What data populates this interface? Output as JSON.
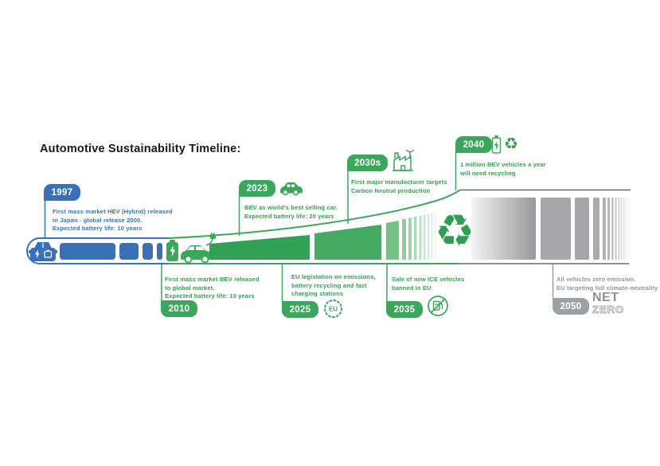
{
  "title": "Automotive Sustainability Timeline:",
  "milestones": [
    {
      "year": "1997",
      "side": "top",
      "description": "First mass market HEV (Hybrid) released\nin Japan - global release 2000.\nExpected battery life: 10 years"
    },
    {
      "year": "2010",
      "side": "bottom",
      "description": "First mass market BEV released\nto global market.\nExpected battery life: 10 years"
    },
    {
      "year": "2023",
      "side": "top",
      "description": "BEV as world's best selling car.\nExpected battery life: 20 years"
    },
    {
      "year": "2025",
      "side": "bottom",
      "description": "EU legislation on emissions,\nbattery recycling and fast\ncharging stations"
    },
    {
      "year": "2030s",
      "side": "top",
      "description": "First major manufacturer targets\nCarbon Neutral production"
    },
    {
      "year": "2035",
      "side": "bottom",
      "description": "Sale of new ICE vehicles\nbanned in EU"
    },
    {
      "year": "2040",
      "side": "top",
      "description": "1 million BEV vehicles a year\nwill need recycling"
    },
    {
      "year": "2050",
      "side": "bottom",
      "description": "All vehicles zero emission.\nEU targeting full climate-neutrality"
    }
  ],
  "icons": {
    "eu_label": "EU",
    "recycle_symbol": "♻"
  },
  "net_zero_logo": {
    "line1": "NET",
    "line2": "ZERO"
  },
  "colors": {
    "blue": "#3a70b7",
    "green": "#3aa75c",
    "green_text": "#2f9e4f",
    "gray_badge": "#9ba0a4",
    "gray_text": "#8e9296"
  }
}
